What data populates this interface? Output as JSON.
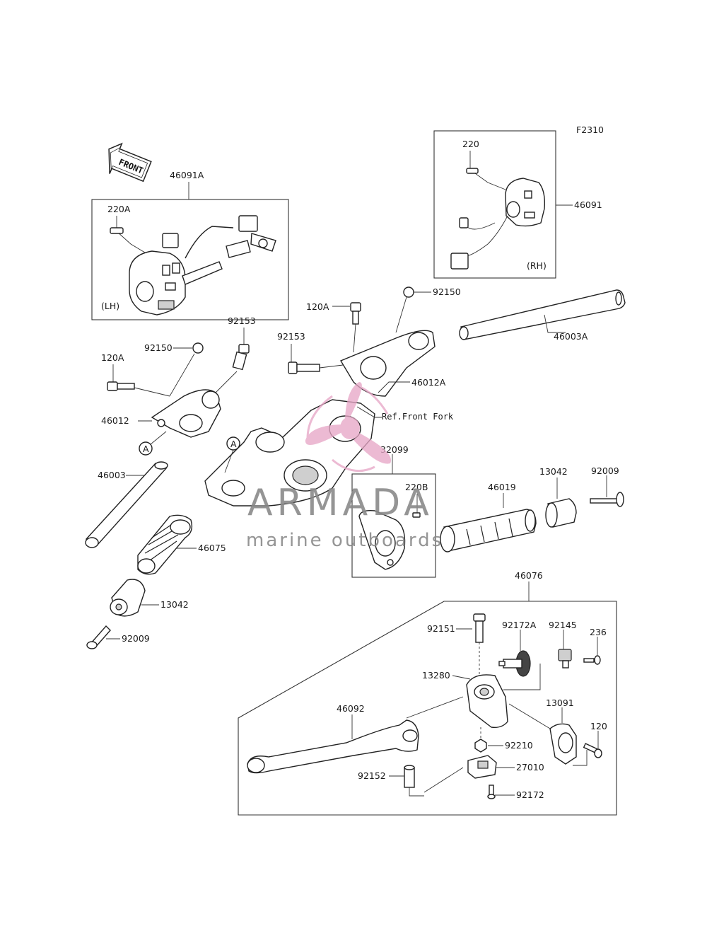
{
  "figure_code": "F2310",
  "front_arrow": "FRONT",
  "watermark": {
    "brand": "ARMADA",
    "tagline": "marine outboards",
    "logo_color": "#e7a6c6",
    "text_color": "#8a8a8a"
  },
  "box_labels": {
    "lh": "(LH)",
    "rh": "(RH)"
  },
  "ref_note": "Ref.Front Fork",
  "circle_marker": "A",
  "parts": {
    "p46091A": "46091A",
    "p220A": "220A",
    "p46091": "46091",
    "p220": "220",
    "p92150_r": "92150",
    "p120A_r": "120A",
    "p92153_r": "92153",
    "p46003A": "46003A",
    "p46012A": "46012A",
    "p92150_l": "92150",
    "p92153_l": "92153",
    "p120A_l": "120A",
    "p46012": "46012",
    "p46003": "46003",
    "p32099": "32099",
    "p220B": "220B",
    "p46019": "46019",
    "p13042_r": "13042",
    "p92009_r": "92009",
    "p46075": "46075",
    "p13042_l": "13042",
    "p92009_l": "92009",
    "p46076": "46076",
    "p92151": "92151",
    "p92172A": "92172A",
    "p92145": "92145",
    "p236": "236",
    "p13280": "13280",
    "p13091": "13091",
    "p46092": "46092",
    "p120": "120",
    "p92210": "92210",
    "p27010": "27010",
    "p92152": "92152",
    "p92172": "92172"
  }
}
